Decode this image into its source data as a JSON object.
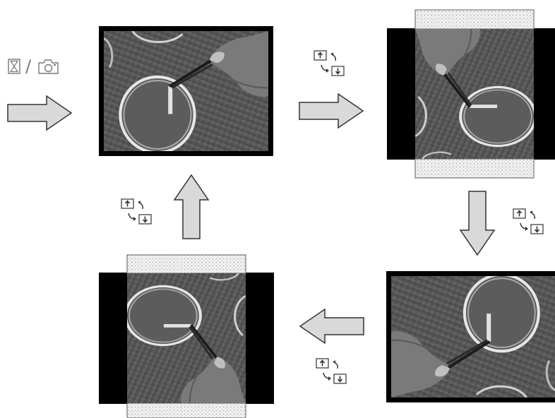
{
  "start": {
    "hourglass_icon": "hourglass-icon",
    "separator": "/",
    "camera_icon": "camera-icon"
  },
  "colors": {
    "frame_border": "#000000",
    "arrow_fill": "#d9d9d9",
    "arrow_stroke": "#333333",
    "padding_fill": "#e6e6e6",
    "dish_rim": "#e8e8e8",
    "background_photo": "#5a5a5a"
  },
  "frames": [
    {
      "name": "frame-original",
      "orientation": "landscape",
      "rotation_deg": 0
    },
    {
      "name": "frame-rotated-90",
      "orientation": "portrait",
      "rotation_deg": 90,
      "padded": true
    },
    {
      "name": "frame-rotated-180",
      "orientation": "landscape",
      "rotation_deg": 180
    },
    {
      "name": "frame-rotated-270",
      "orientation": "portrait",
      "rotation_deg": 270,
      "padded": true
    }
  ],
  "arrows": [
    {
      "name": "arrow-input",
      "direction": "right"
    },
    {
      "name": "arrow-step-1",
      "direction": "right"
    },
    {
      "name": "arrow-step-2",
      "direction": "down"
    },
    {
      "name": "arrow-step-3",
      "direction": "left"
    },
    {
      "name": "arrow-step-4",
      "direction": "up"
    }
  ],
  "rotation_icons": [
    {
      "name": "rotate-icon-1",
      "icon": "rotate-swap-icon"
    },
    {
      "name": "rotate-icon-2",
      "icon": "rotate-swap-icon"
    },
    {
      "name": "rotate-icon-3",
      "icon": "rotate-swap-icon"
    },
    {
      "name": "rotate-icon-4",
      "icon": "rotate-swap-icon"
    }
  ]
}
